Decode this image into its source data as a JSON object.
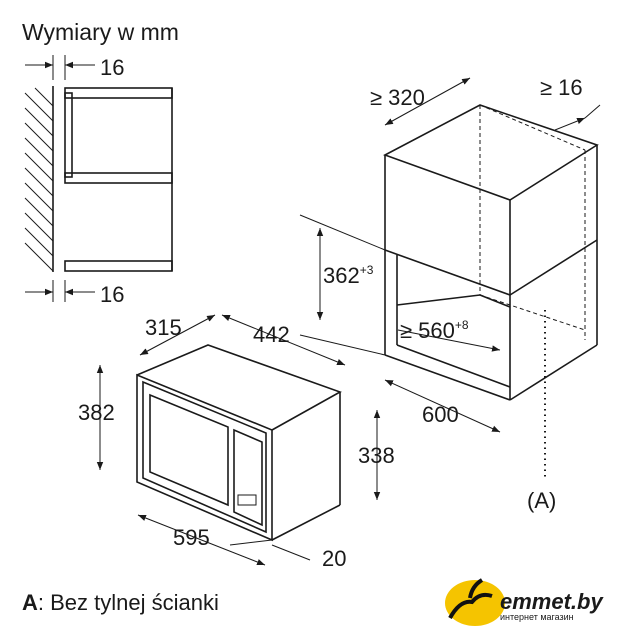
{
  "title": "Wymiary w mm",
  "side_view": {
    "top_dim": "16",
    "bottom_dim": "16"
  },
  "cabinet": {
    "depth_min": "≥ 320",
    "side_min": "≥ 16",
    "niche_height": "362",
    "niche_height_tol": "+3",
    "niche_width": "≥ 560",
    "niche_width_tol": "+8",
    "cabinet_width": "600",
    "marker": "(A)"
  },
  "appliance": {
    "depth": "315",
    "body_width": "442",
    "front_height": "382",
    "body_height": "338",
    "front_width": "595",
    "front_depth": "20"
  },
  "note": {
    "key": "A",
    "text": ": Bez tylnej ścianki"
  },
  "logo": {
    "brand": "emmet.by",
    "tagline": "интернет магазин",
    "color": "#f5c400"
  }
}
